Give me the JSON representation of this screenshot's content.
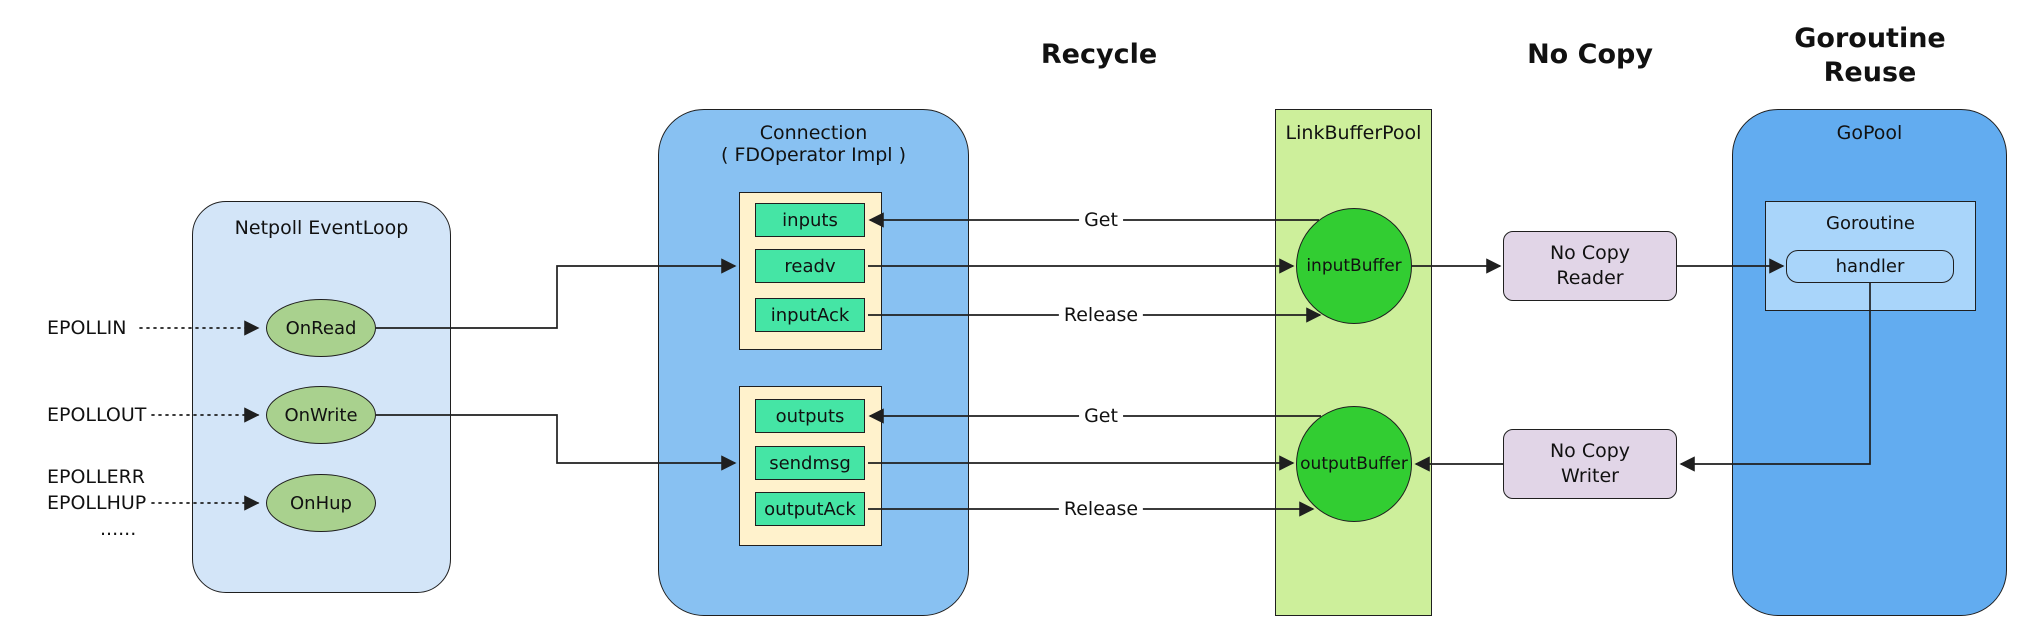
{
  "headers": {
    "recycle": "Recycle",
    "no_copy": "No Copy",
    "goroutine_reuse": "Goroutine Reuse"
  },
  "epoll_events": [
    "EPOLLIN",
    "EPOLLOUT",
    "EPOLLERR",
    "EPOLLHUP",
    "......"
  ],
  "netpoll": {
    "title": "Netpoll EventLoop",
    "handlers": [
      "OnRead",
      "OnWrite",
      "OnHup"
    ]
  },
  "connection": {
    "title": "Connection",
    "subtitle": "( FDOperator Impl )",
    "input_ops": [
      "inputs",
      "readv",
      "inputAck"
    ],
    "output_ops": [
      "outputs",
      "sendmsg",
      "outputAck"
    ]
  },
  "buffer_pool": {
    "title": "LinkBufferPool",
    "input_buffer": "inputBuffer",
    "output_buffer": "outputBuffer"
  },
  "nocopy": {
    "reader_line1": "No Copy",
    "reader_line2": "Reader",
    "writer_line1": "No Copy",
    "writer_line2": "Writer"
  },
  "gopool": {
    "title": "GoPool",
    "goroutine_title": "Goroutine",
    "handler": "handler"
  },
  "edge_labels": {
    "get": "Get",
    "release": "Release"
  },
  "colors": {
    "netpoll_fill": "#d3e5f8",
    "ellipse_fill": "#a9d18e",
    "connection_fill": "#88c1f2",
    "group_fill": "#fff2cc",
    "op_fill": "#45e5a5",
    "pool_fill": "#cdef9b",
    "buffer_fill": "#32cd32",
    "nocopy_fill": "#e1d5e7",
    "gopool_fill": "#62acf0",
    "goroutine_fill": "#a9d5fa",
    "stroke": "#1f1f1f"
  }
}
